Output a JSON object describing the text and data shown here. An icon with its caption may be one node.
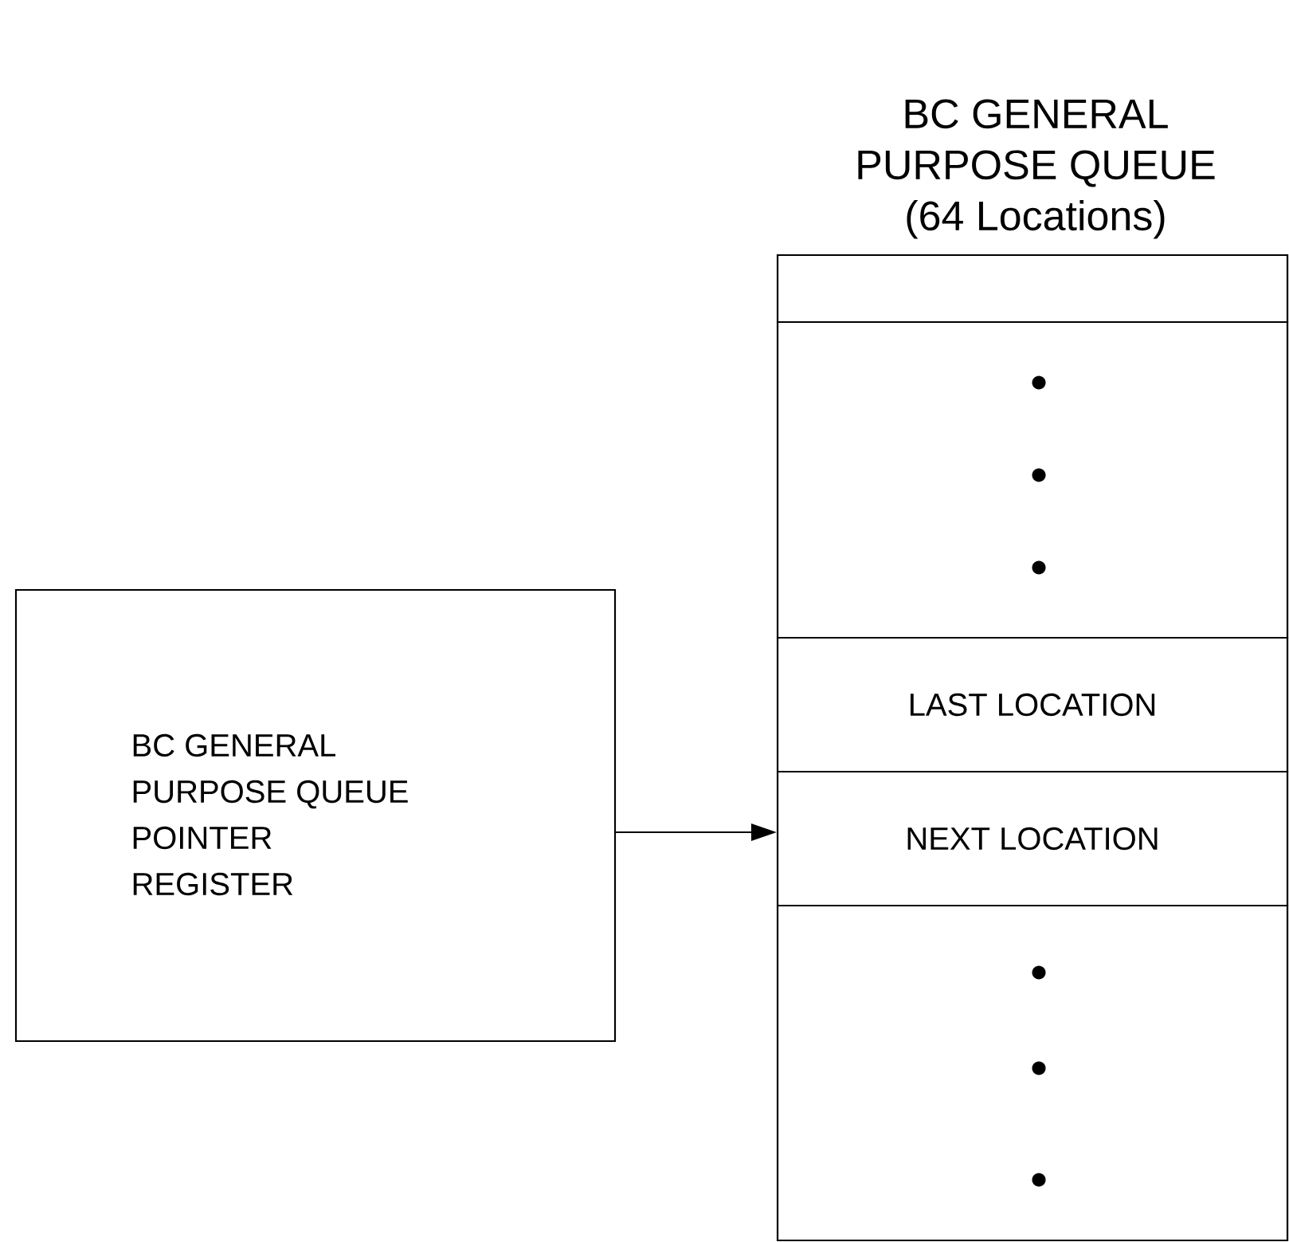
{
  "diagram": {
    "nodes": [
      {
        "text": [
          "BC GENERAL PURPOSE QUEUE (64 Locations)"
        ]
      },
      {
        "text": [],
        "shape": "box",
        "in": 0
      },
      {
        "text": [],
        "shape": "box",
        "in": 0
      },
      {
        "text": [
          "LAST LOCATION"
        ],
        "in": 0
      },
      {
        "text": [
          "NEXT LOCATION"
        ],
        "in": 0
      },
      {
        "text": [],
        "shape": "box",
        "in": 0
      },
      {
        "text": [
          "BC GENERAL PURPOSE QUEUE POINTER REGISTER"
        ]
      }
    ],
    "edges": [
      {
        "from": 6,
        "to": 4,
        "arrow": "to"
      }
    ]
  }
}
